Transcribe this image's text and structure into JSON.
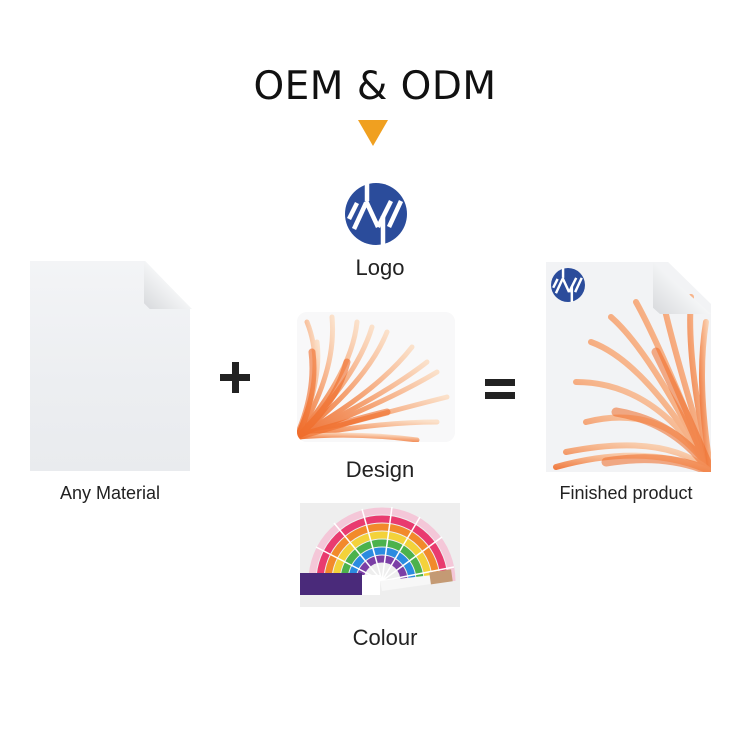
{
  "header": {
    "title": "OEM & ODM",
    "arrow_color": "#f0a020"
  },
  "items": {
    "material": {
      "label": "Any Material",
      "icon": "blank-towel-image"
    },
    "logo": {
      "label": "Logo",
      "icon": "brand-logo-icon",
      "color": "#2b4c9b"
    },
    "design": {
      "label": "Design",
      "icon": "flower-design-image"
    },
    "colour": {
      "label": "Colour",
      "icon": "color-swatch-fan-image"
    },
    "finished": {
      "label": "Finished product",
      "icon": "printed-towel-image"
    }
  },
  "operators": {
    "plus": "+",
    "equals": "="
  },
  "colors": {
    "accent": "#f0a020",
    "logo_blue": "#2b4c9b",
    "flower_orange": "#f07a3a",
    "text": "#222222"
  }
}
